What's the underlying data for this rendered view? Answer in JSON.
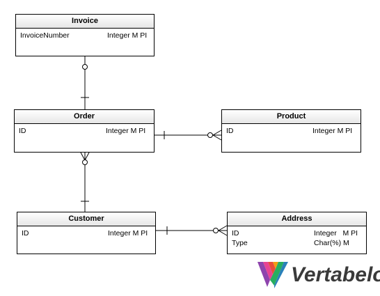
{
  "entities": {
    "invoice": {
      "title": "Invoice",
      "columns": [
        {
          "name": "InvoiceNumber",
          "type": "Integer M PI"
        }
      ]
    },
    "order": {
      "title": "Order",
      "columns": [
        {
          "name": "ID",
          "type": "Integer M PI"
        }
      ]
    },
    "product": {
      "title": "Product",
      "columns": [
        {
          "name": "ID",
          "type": "Integer M PI"
        }
      ]
    },
    "customer": {
      "title": "Customer",
      "columns": [
        {
          "name": "ID",
          "type": "Integer M PI"
        }
      ]
    },
    "address": {
      "title": "Address",
      "columns": [
        {
          "name": "ID",
          "type": "Integer   M PI"
        },
        {
          "name": "Type",
          "type": "Char(%) M"
        }
      ]
    }
  },
  "relationships": [
    {
      "from": "invoice",
      "to": "order",
      "from_end": "zero-or-one",
      "to_end": "one"
    },
    {
      "from": "order",
      "to": "product",
      "from_end": "one",
      "to_end": "zero-or-many"
    },
    {
      "from": "order",
      "to": "customer",
      "from_end": "zero-or-many",
      "to_end": "one"
    },
    {
      "from": "customer",
      "to": "address",
      "from_end": "one",
      "to_end": "zero-or-many"
    }
  ],
  "brand": {
    "name": "Vertabelo"
  },
  "colors": {
    "logo": [
      "#9b59b6",
      "#e84393",
      "#e74c3c",
      "#f39c12",
      "#27ae60",
      "#2980b9"
    ]
  }
}
